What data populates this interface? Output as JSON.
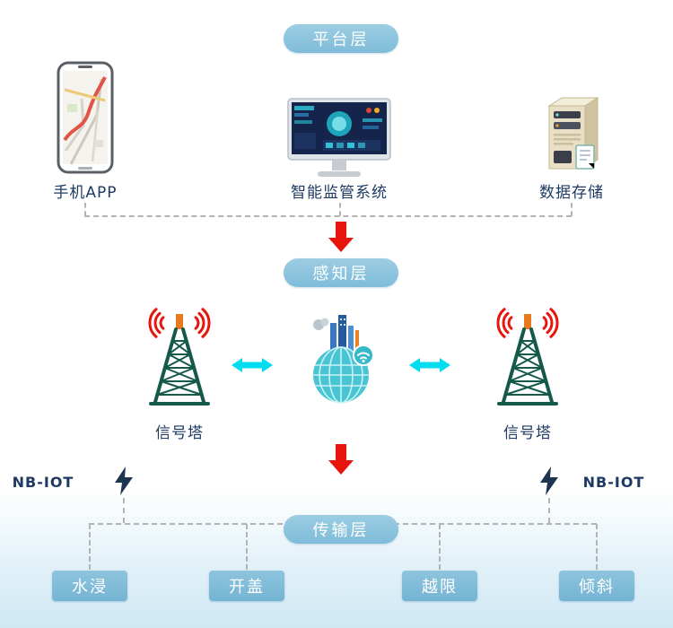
{
  "colors": {
    "pill_blue": "#7fbcd9",
    "box_blue": "#74b4d4",
    "label_navy": "#1e3a63",
    "arrow_red": "#e8150d",
    "arrow_cyan": "#00dcf0",
    "dashed_grey": "#b3b3b3",
    "tower_green": "#14594a",
    "tower_orange": "#e87a1e",
    "bg_bottom_blue": "#cfe8f4"
  },
  "layers": {
    "platform": {
      "label": "平台层"
    },
    "perception": {
      "label": "感知层"
    },
    "transmission": {
      "label": "传输层"
    }
  },
  "platform_items": [
    {
      "label": "手机APP"
    },
    {
      "label": "智能监管系统"
    },
    {
      "label": "数据存储"
    }
  ],
  "towers": [
    {
      "label": "信号塔"
    },
    {
      "label": "信号塔"
    }
  ],
  "nbiot": {
    "left": "NB-IOT",
    "right": "NB-IOT"
  },
  "sensors": [
    {
      "label": "水浸"
    },
    {
      "label": "开盖"
    },
    {
      "label": "越限"
    },
    {
      "label": "倾斜"
    }
  ]
}
